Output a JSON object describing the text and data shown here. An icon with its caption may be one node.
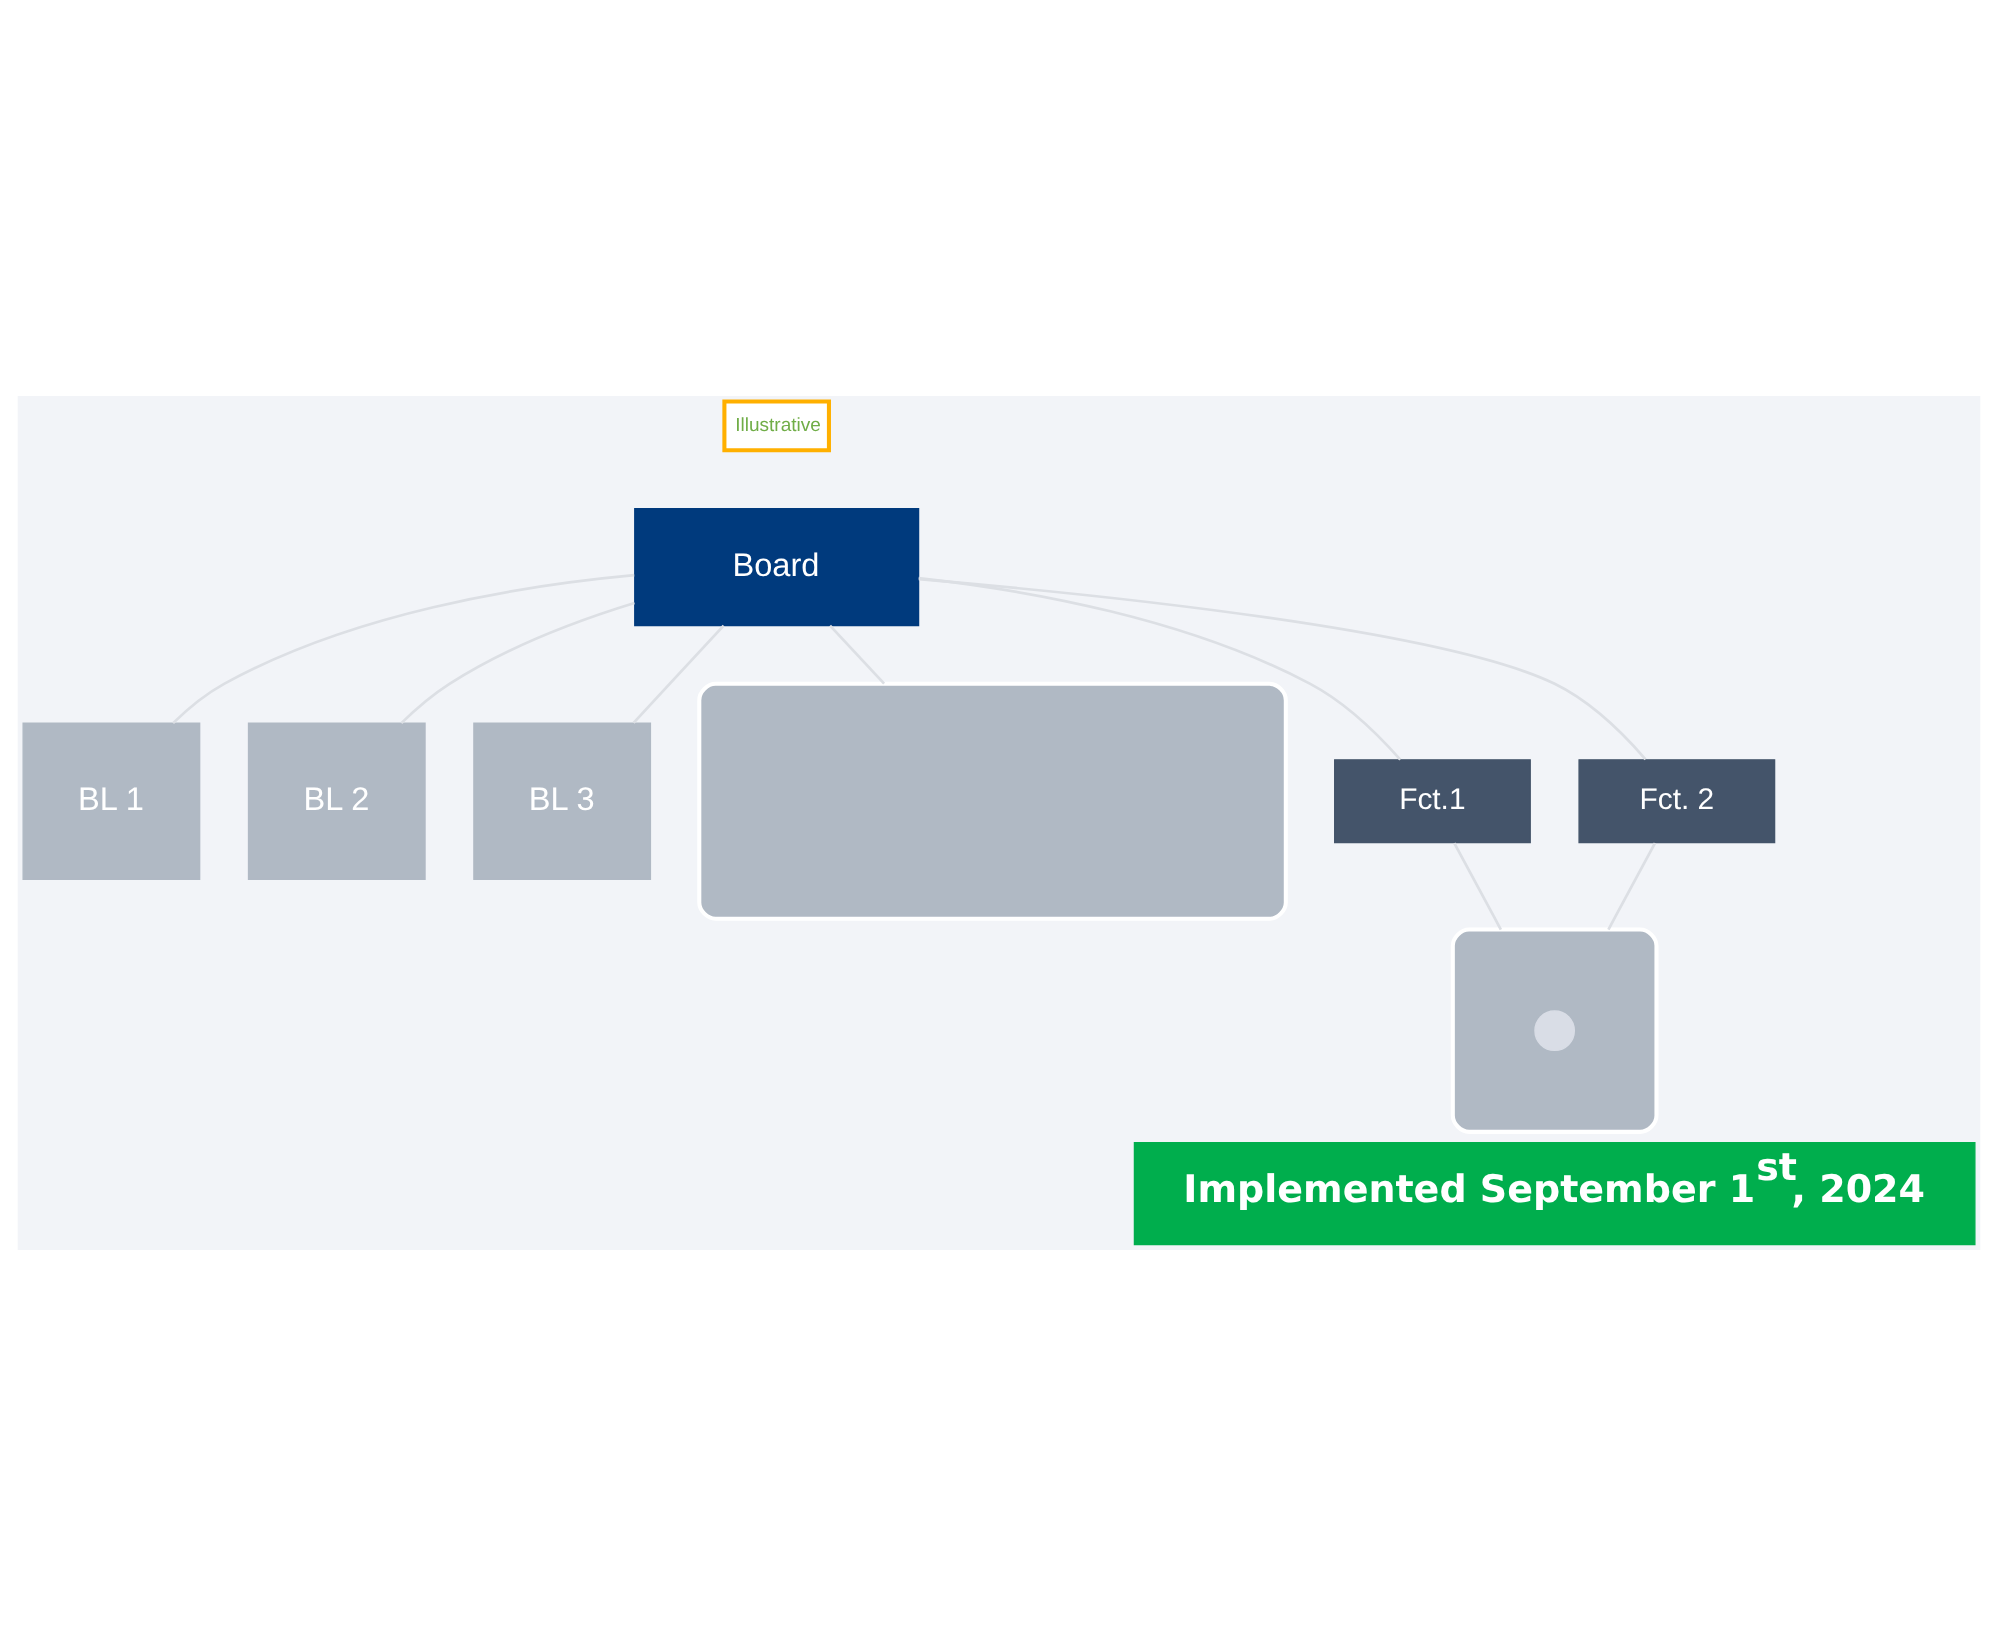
{
  "diagram": {
    "nodes": [
      {
        "text": [
          "Illustrative"
        ]
      },
      {
        "text": [
          "Board"
        ]
      },
      {
        "text": [
          "BL 1"
        ]
      },
      {
        "text": [
          "BL 2"
        ]
      },
      {
        "text": [
          "BL 3"
        ]
      },
      {
        "text": [],
        "shape": "box"
      },
      {
        "text": [],
        "shape": "box"
      },
      {
        "text": [],
        "shape": "circle",
        "in": 6
      },
      {
        "text": [
          "Fct.1"
        ]
      },
      {
        "text": [
          "Fct. 2"
        ]
      },
      {
        "text": [
          "Implemented September 1$^{st}$, 2024"
        ]
      }
    ],
    "edges": [
      {
        "from": 1,
        "to": 2,
        "arrow": "none"
      },
      {
        "from": 1,
        "to": 3,
        "arrow": "none"
      },
      {
        "from": 1,
        "to": 4,
        "arrow": "none"
      },
      {
        "from": 1,
        "to": 8,
        "arrow": "none"
      },
      {
        "from": 1,
        "to": 9,
        "arrow": "none"
      },
      {
        "from": 1,
        "to": 5,
        "arrow": "none"
      },
      {
        "from": 8,
        "to": 6,
        "arrow": "none"
      },
      {
        "from": 9,
        "to": 6,
        "arrow": "none"
      }
    ]
  }
}
